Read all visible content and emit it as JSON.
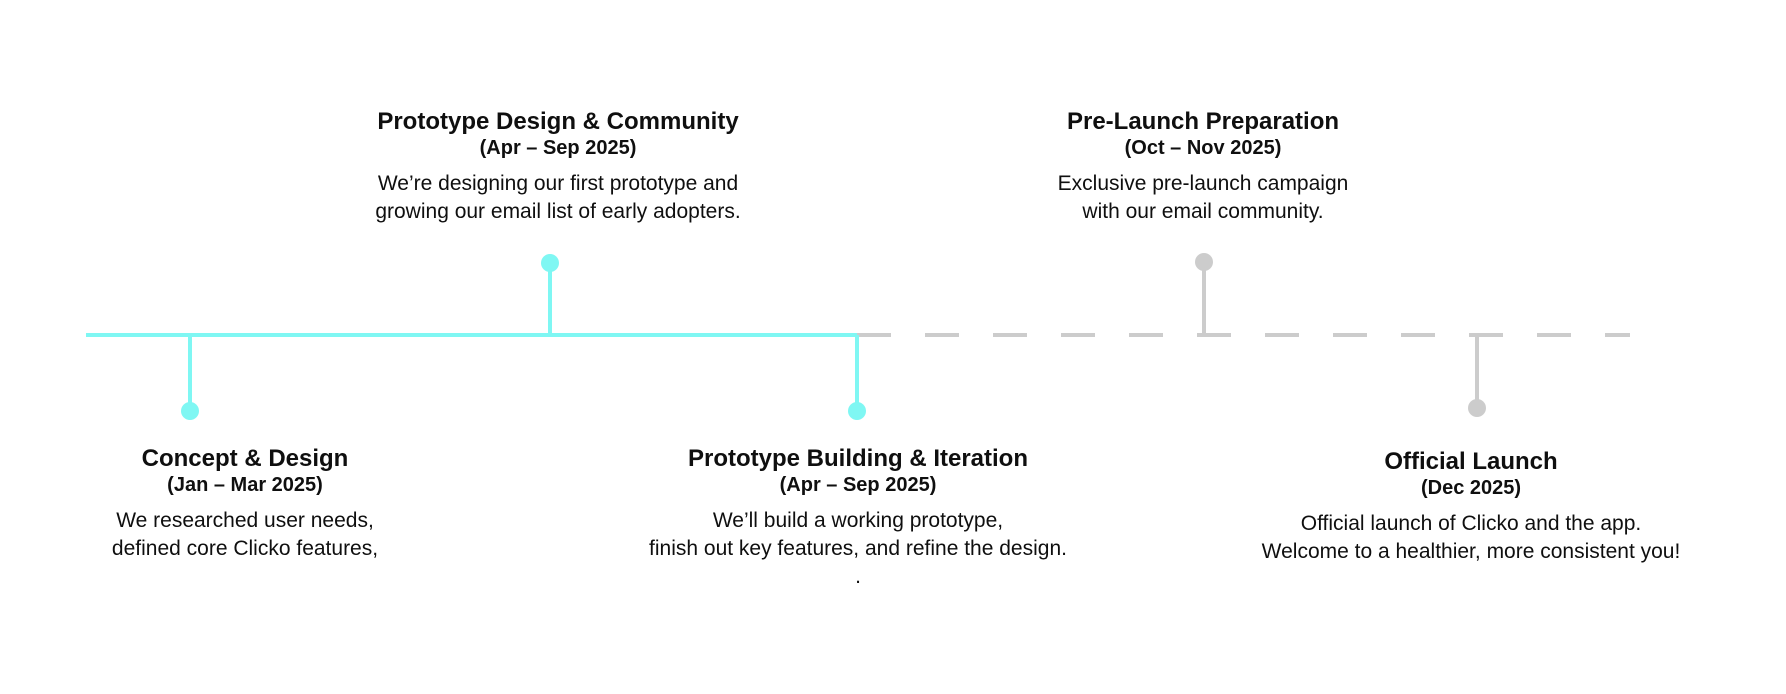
{
  "timeline": {
    "colors": {
      "completed": "#7ff7f3",
      "upcoming": "#cccccc",
      "text": "#0f0f0f"
    },
    "milestones": [
      {
        "title": "Concept & Design",
        "period": "(Jan – Mar 2025)",
        "description": [
          "We researched user needs,",
          "defined core Clicko features,"
        ],
        "status": "completed"
      },
      {
        "title": "Prototype Design & Community",
        "period": "(Apr – Sep 2025)",
        "description": [
          "We’re designing our first prototype and",
          "growing our email list of early adopters."
        ],
        "status": "completed"
      },
      {
        "title": "Prototype Building & Iteration",
        "period": "(Apr – Sep 2025)",
        "description": [
          "We’ll build a working prototype,",
          "finish out key features, and refine the design.",
          "."
        ],
        "status": "completed"
      },
      {
        "title": "Pre-Launch Preparation",
        "period": "(Oct – Nov 2025)",
        "description": [
          "Exclusive pre-launch campaign",
          "with our email community."
        ],
        "status": "upcoming"
      },
      {
        "title": "Official Launch",
        "period": "(Dec 2025)",
        "description": [
          "Official launch of Clicko and the app.",
          "Welcome to a healthier, more consistent you!"
        ],
        "status": "upcoming"
      }
    ]
  }
}
